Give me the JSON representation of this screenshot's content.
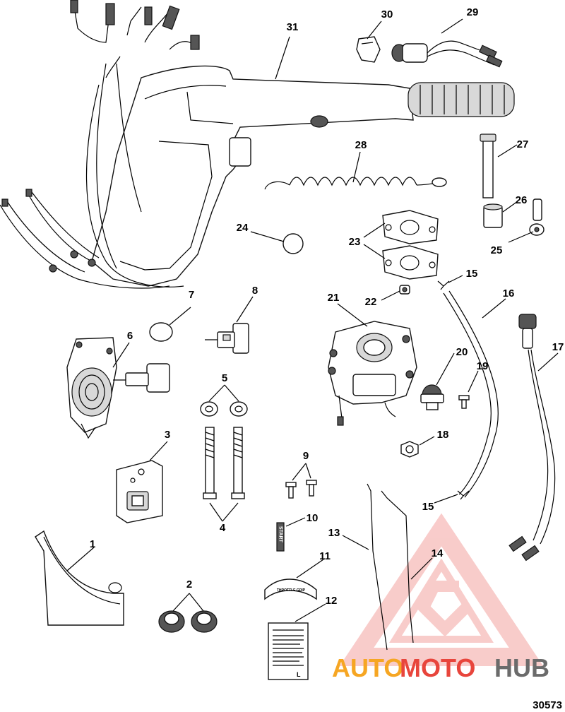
{
  "diagram": {
    "drawing_number": "30573",
    "callouts": [
      "1",
      "2",
      "3",
      "4",
      "5",
      "6",
      "7",
      "8",
      "9",
      "10",
      "11",
      "12",
      "13",
      "14",
      "15",
      "15",
      "16",
      "17",
      "18",
      "19",
      "20",
      "21",
      "22",
      "23",
      "24",
      "25",
      "26",
      "27",
      "28",
      "29",
      "30",
      "31"
    ],
    "decal_text": {
      "start": "START",
      "throttle": "THROTTLE GRIP"
    }
  },
  "watermark": {
    "brand_part1": "AUTO",
    "brand_part2": "MOTO",
    "brand_part3": "HUB",
    "colors": {
      "orange": "#f6a623",
      "red": "#e8453c",
      "gray": "#6b6b6b"
    }
  }
}
